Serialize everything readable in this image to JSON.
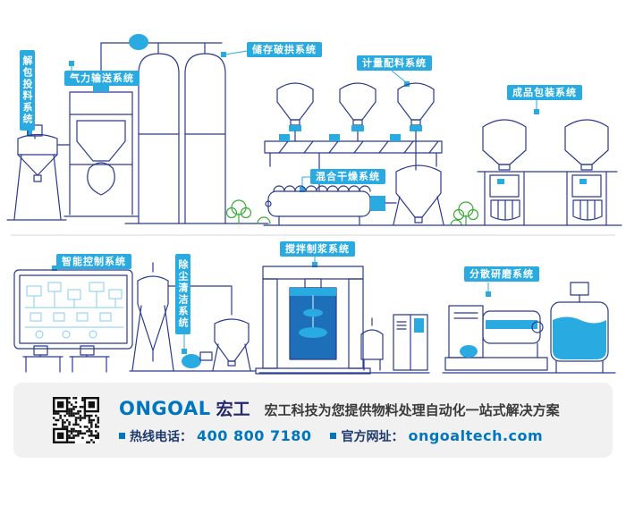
{
  "colors": {
    "accent_cyan": "#29abe2",
    "line_blue": "#2b3a8f",
    "brand_blue": "#0076c0",
    "brand_navy": "#23286b",
    "tree_green": "#3aaa35"
  },
  "system_labels": {
    "unpacking": "解包投料系统",
    "pneumatic": "气力输送系统",
    "storage": "储存破拱系统",
    "metering": "计量配料系统",
    "packaging": "成品包装系统",
    "mixing_drying": "混合干燥系统",
    "smart_control": "智能控制系统",
    "dust_cleaning": "除尘清洁系统",
    "stirring_pulping": "搅拌制浆系统",
    "dispersing_grinding": "分散研磨系统"
  },
  "footer": {
    "logo_en": "ONGOAL",
    "logo_cn": "宏工",
    "slogan": "宏工科技为您提供物料处理自动化一站式解决方案",
    "hotline_label": "热线电话：",
    "hotline_number": "400 800 7180",
    "website_label": "官方网址：",
    "website_url": "ongoaltech.com"
  }
}
